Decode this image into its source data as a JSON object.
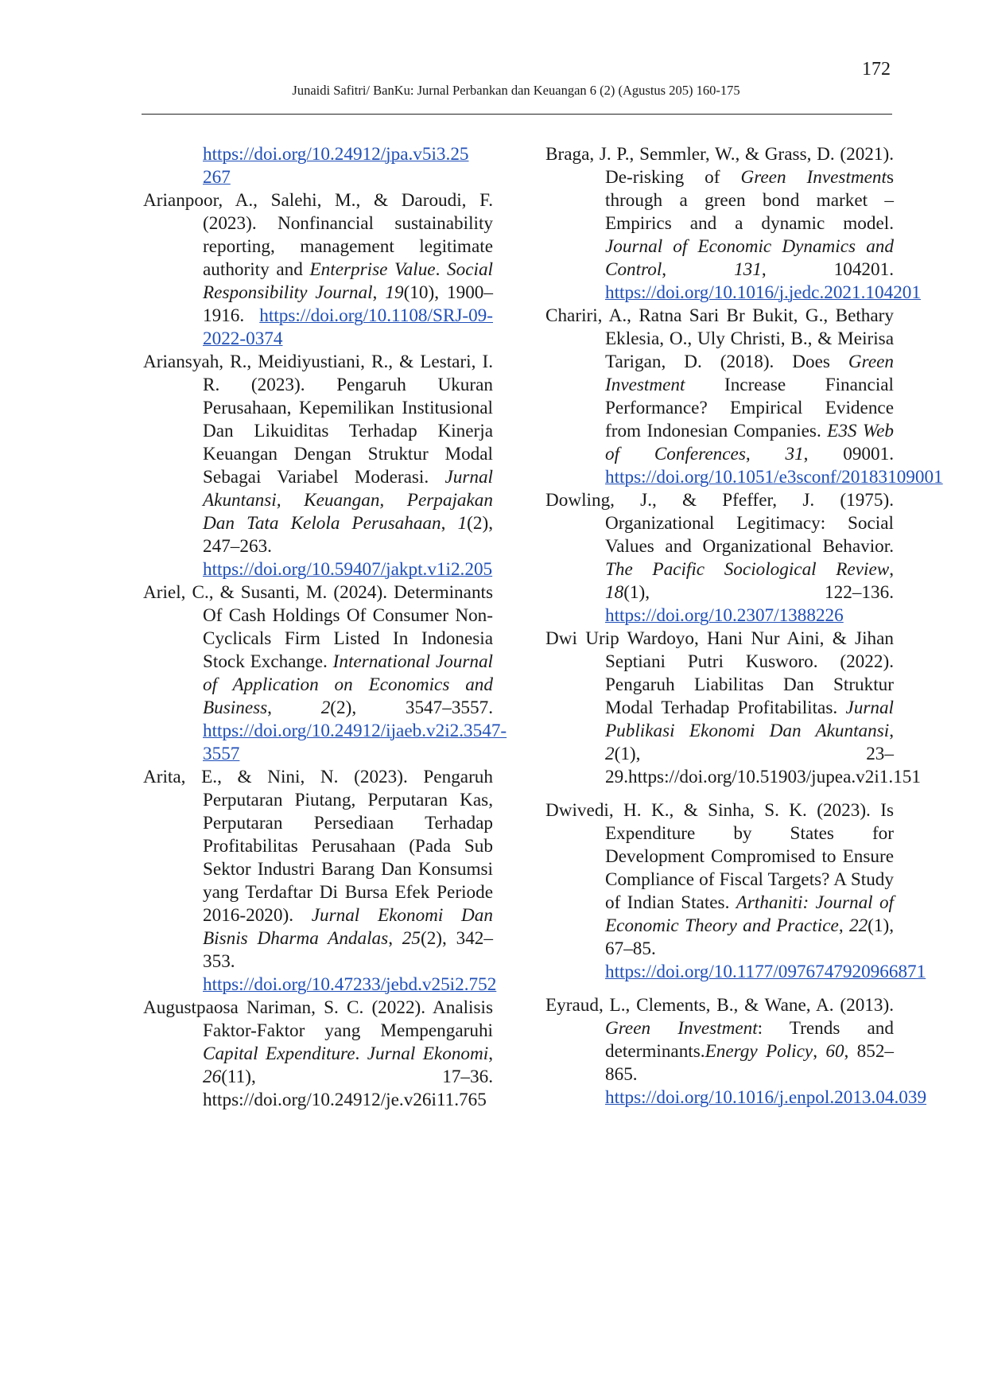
{
  "page_number": "172",
  "running_head": "Junaidi Safitri/ BanKu: Jurnal Perbankan dan Keuangan 6 (2) (Agustus 205) 160-175",
  "left_column": [
    {
      "id": "cont",
      "doi": "https://doi.org/10.24912/jpa.v5i3.25 267"
    },
    {
      "id": "arianpoor",
      "text_a": "Arianpoor, A., Salehi, M., & Daroudi, F. (2023). Nonfinancial sustainability reporting, management legitimate authority and ",
      "italic_a": "Enterprise Value",
      "text_b": ". ",
      "italic_b": "Social Responsibility Journal",
      "text_c": ", ",
      "italic_c": "19",
      "text_d": "(10), 1900–1916. ",
      "doi": "https://doi.org/10.1108/SRJ-09-2022-0374"
    },
    {
      "id": "ariansyah",
      "text_a": "Ariansyah, R., Meidiyustiani, R., & Lestari, I. R. (2023). Pengaruh Ukuran Perusahaan, Kepemilikan Institusional Dan Likuiditas Terhadap Kinerja Keuangan Dengan Struktur Modal Sebagai Variabel Moderasi. ",
      "italic_a": "Jurnal Akuntansi, Keuangan, Perpajakan Dan Tata Kelola Perusahaan",
      "text_b": ", ",
      "italic_b": "1",
      "text_c": "(2), 247–263. ",
      "doi": "https://doi.org/10.59407/jakpt.v1i2.205"
    },
    {
      "id": "ariel",
      "text_a": "Ariel, C., & Susanti, M. (2024). Determinants Of Cash Holdings Of Consumer Non-Cyclicals Firm Listed In Indonesia Stock Exchange. ",
      "italic_a": "International Journal of Application on Economics and Business",
      "text_b": ", ",
      "italic_b": "2",
      "text_c": "(2), 3547–3557. ",
      "doi": "https://doi.org/10.24912/ijaeb.v2i2.3547-3557"
    },
    {
      "id": "arita",
      "text_a": "Arita, E., & Nini, N. (2023). Pengaruh Perputaran Piutang, Perputaran Kas, Perputaran Persediaan Terhadap Profitabilitas Perusahaan (Pada Sub Sektor Industri Barang Dan Konsumsi yang Terdaftar Di Bursa Efek Periode 2016-2020). ",
      "italic_a": "Jurnal Ekonomi Dan Bisnis Dharma Andalas",
      "text_b": ", ",
      "italic_b": "25",
      "text_c": "(2), 342–353. ",
      "doi": "https://doi.org/10.47233/jebd.v25i2.752"
    },
    {
      "id": "augustpaosa",
      "text_a": "Augustpaosa Nariman, S. C. (2022). Analisis Faktor-Faktor yang Mempengaruhi ",
      "italic_a": "Capital Expenditure",
      "text_b": ". ",
      "italic_b": "Jurnal Ekonomi",
      "text_c": ", ",
      "italic_c": "26",
      "text_d": "(11), 17–36. ",
      "doi_plain": "https://doi.org/10.24912/je.v26i11.765"
    }
  ],
  "right_column": [
    {
      "id": "braga",
      "text_a": "Braga, J. P., Semmler, W., & Grass, D. (2021). De-risking of ",
      "italic_a": "Green Investment",
      "text_b": "s through a green bond market – Empirics and a dynamic model. ",
      "italic_b": "Journal of Economic Dynamics and Control",
      "text_c": ", ",
      "italic_c": "131",
      "text_d": ", 104201. ",
      "doi": "https://doi.org/10.1016/j.jedc.2021.104201"
    },
    {
      "id": "chariri",
      "text_a": "Chariri, A., Ratna Sari Br Bukit, G., Bethary Eklesia, O., Uly Christi, B., & Meirisa Tarigan, D. (2018). Does ",
      "italic_a": "Green Investment",
      "text_b": " Increase Financial Performance? Empirical Evidence from Indonesian Companies. ",
      "italic_b": "E3S Web of Conferences",
      "text_c": ", ",
      "italic_c": "31",
      "text_d": ", 09001. ",
      "doi": "https://doi.org/10.1051/e3sconf/20183109001"
    },
    {
      "id": "dowling",
      "text_a": "Dowling, J., & Pfeffer, J. (1975). Organizational Legitimacy: Social Values and Organizational Behavior. ",
      "italic_a": "The Pacific Sociological Review",
      "text_b": ", ",
      "italic_b": "18",
      "text_c": "(1), 122–136. ",
      "doi": "https://doi.org/10.2307/1388226"
    },
    {
      "id": "dwi",
      "text_a": "Dwi Urip Wardoyo, Hani Nur Aini, & Jihan Septiani Putri Kusworo. (2022). Pengaruh Liabilitas Dan Struktur Modal Terhadap Profitabilitas. ",
      "italic_a": "Jurnal Publikasi Ekonomi Dan Akuntansi",
      "text_b": ", ",
      "italic_b": "2",
      "text_c": "(1), 23–29.https://doi.org/10.51903/jupea.v2i1.151"
    },
    {
      "id": "dwivedi",
      "text_a": "Dwivedi, H. K., & Sinha, S. K. (2023). Is Expenditure by States for Development Compromised to Ensure Compliance of Fiscal Targets? A Study of Indian States. ",
      "italic_a": "Arthaniti: Journal of Economic Theory and Practice",
      "text_b": ", ",
      "italic_b": "22",
      "text_c": "(1), 67–85. ",
      "doi": "https://doi.org/10.1177/0976747920966871"
    },
    {
      "id": "eyraud",
      "text_a": "Eyraud, L., Clements, B., & Wane, A. (2013). ",
      "italic_a": "Green Investment",
      "text_b": ": Trends and determinants.",
      "italic_b": "Energy Policy",
      "text_c": ", ",
      "italic_c": "60",
      "text_d": ", 852–865. ",
      "doi": "https://doi.org/10.1016/j.enpol.2013.04.039"
    }
  ]
}
